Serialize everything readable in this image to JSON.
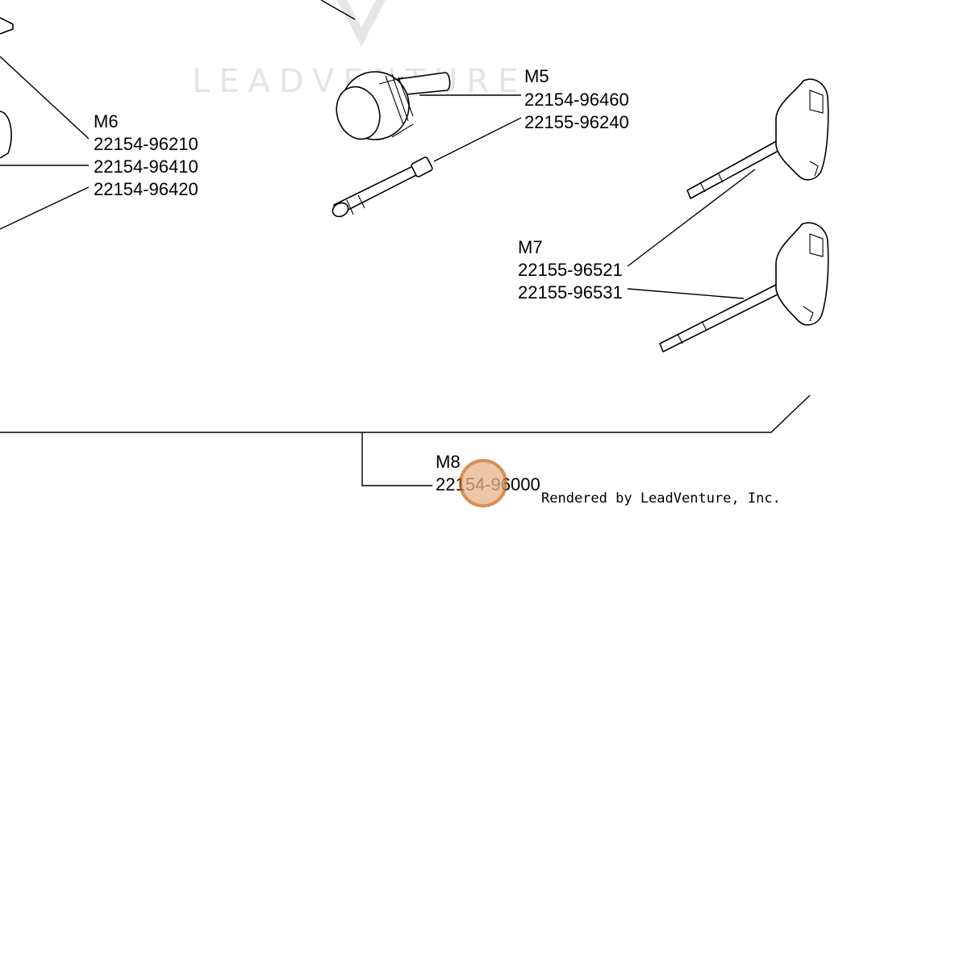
{
  "watermark": {
    "text": "LEADVENTURE"
  },
  "callouts": {
    "m6": {
      "title": "M6",
      "parts": [
        "22154-96210",
        "22154-96410",
        "22154-96420"
      ]
    },
    "m5": {
      "title": "M5",
      "parts": [
        "22154-96460",
        "22155-96240"
      ]
    },
    "m7": {
      "title": "M7",
      "parts": [
        "22155-96521",
        "22155-96531"
      ]
    },
    "m8": {
      "title": "M8",
      "parts": [
        "22154-96000"
      ]
    }
  },
  "credit": "Rendered by LeadVenture, Inc.",
  "hotspot": {
    "target_part": "22154-96000",
    "fill": "#e8b48c",
    "stroke": "#cc6a1a"
  },
  "icons": [
    "watermark-logo",
    "hotspot-marker"
  ]
}
